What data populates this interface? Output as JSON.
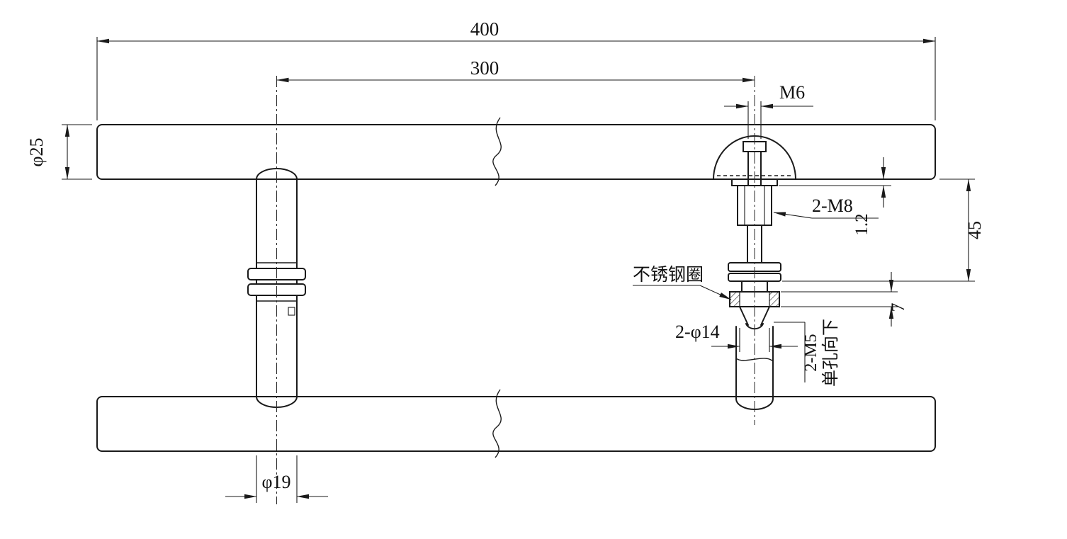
{
  "drawing": {
    "type": "engineering-drawing",
    "subject": "glass door pull handle, sectional fixing detail",
    "colors": {
      "line": "#1a1a1a",
      "background": "#ffffff"
    },
    "labels": {
      "overall_length": "400",
      "hole_center_distance": "300",
      "top_screw_thread": "M6",
      "tube_diameter": "φ25",
      "fixing_screw_thread": "2-M8",
      "washer_thickness": "1.2",
      "fitting_height": "45",
      "stainless_ring": "不锈钢圈",
      "glass_hole": "2-φ14",
      "ring_height": "7",
      "bottom_thread": "2-M5",
      "bottom_thread_note": "单孔向下",
      "post_diameter": "φ19"
    }
  }
}
